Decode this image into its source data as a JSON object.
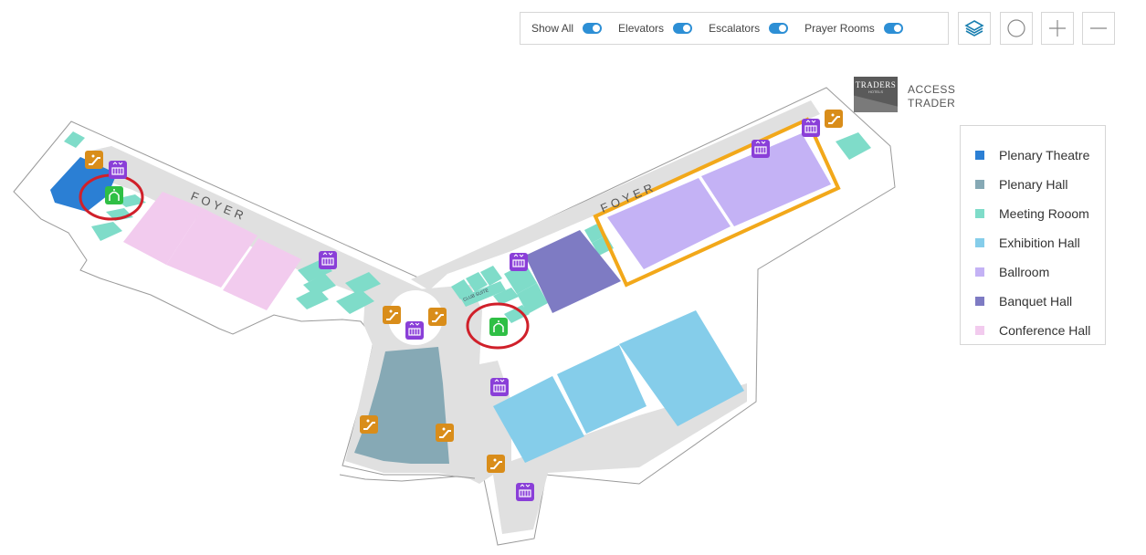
{
  "toolbar": {
    "toggles": [
      {
        "label": "Show All",
        "on": true
      },
      {
        "label": "Elevators",
        "on": true
      },
      {
        "label": "Escalators",
        "on": true
      },
      {
        "label": "Prayer Rooms",
        "on": true
      }
    ],
    "buttons": [
      "layers-icon",
      "circle-icon",
      "plus-icon",
      "minus-icon"
    ]
  },
  "map": {
    "foyer_labels": [
      "FOYER",
      "FOYER"
    ],
    "small_room_label": "CLUB SUITE"
  },
  "logo": {
    "name": "TRADERS",
    "sub": "HOTELS",
    "access_line1": "ACCESS",
    "access_line2": "TRADER"
  },
  "legend": {
    "items": [
      {
        "label": "Plenary Theatre",
        "color": "#2b7fd4"
      },
      {
        "label": "Plenary Hall",
        "color": "#86a9b5"
      },
      {
        "label": "Meeting Rooom",
        "color": "#7fdcc9"
      },
      {
        "label": "Exhibition Hall",
        "color": "#85cdea"
      },
      {
        "label": "Ballroom",
        "color": "#c4b2f5"
      },
      {
        "label": "Banquet Hall",
        "color": "#7e7bc3"
      },
      {
        "label": "Conference Hall",
        "color": "#f2cbee"
      }
    ]
  },
  "colors": {
    "elevator": "#8a3fd8",
    "escalator": "#d98d1a",
    "prayer": "#2fbf45",
    "highlight_circle": "#d0202a",
    "highlight_box": "#f2a81a",
    "corridor": "#e0e0e0",
    "toggle_on": "#2d8fd5"
  }
}
